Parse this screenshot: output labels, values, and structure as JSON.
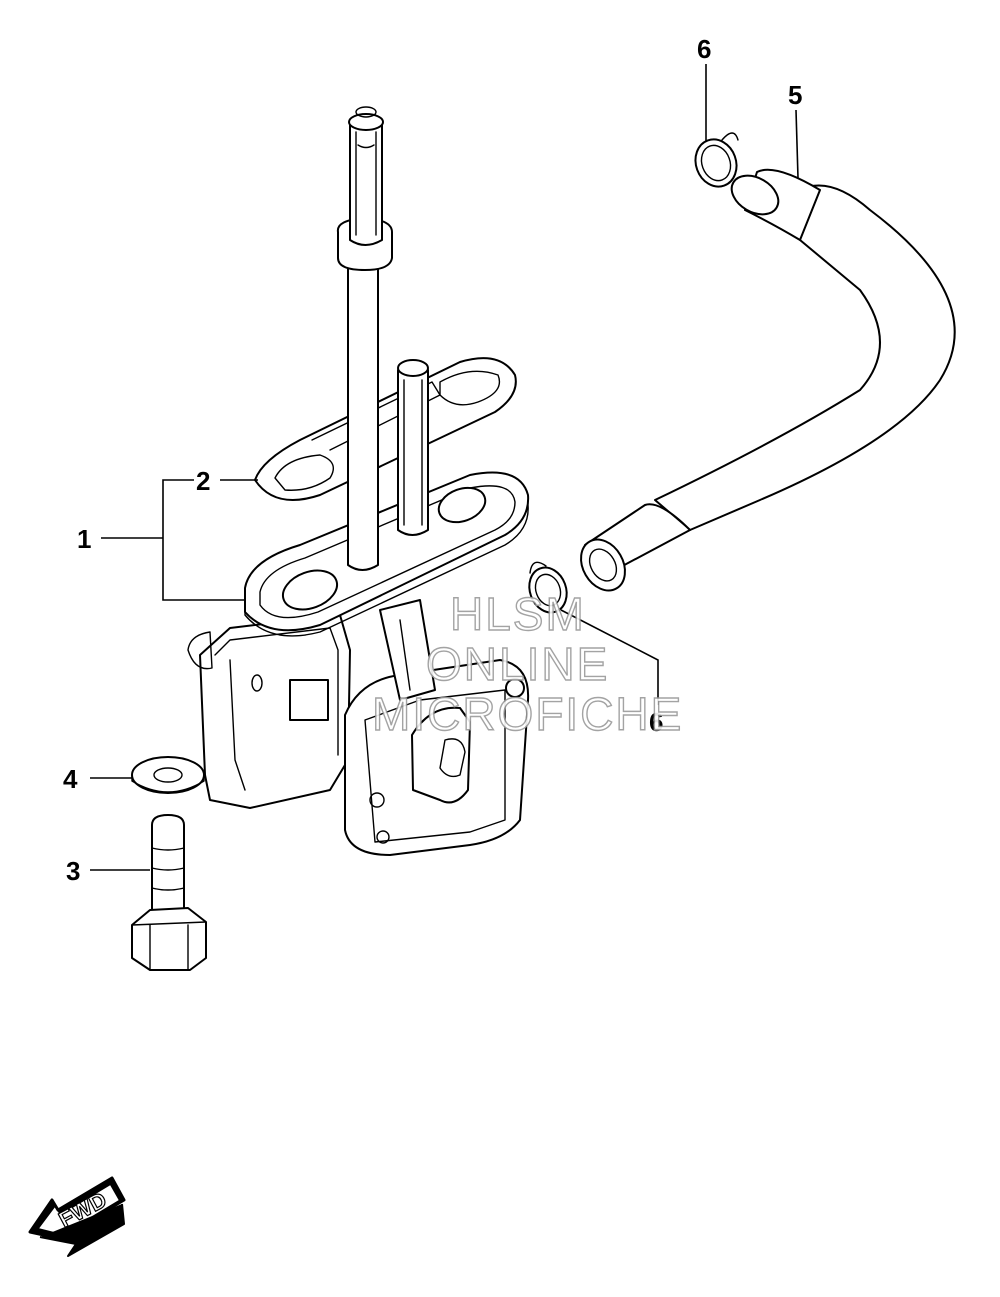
{
  "callouts": {
    "c1": "1",
    "c2": "2",
    "c3": "3",
    "c4": "4",
    "c5": "5",
    "c6_top": "6",
    "c6_bottom": "6"
  },
  "watermark": {
    "line1": "HLSM",
    "line2": "ONLINE",
    "line3": "MICROFICHE"
  },
  "direction_badge": {
    "label": "FWD",
    "icon": "fwd-arrow-icon"
  },
  "colors": {
    "line": "#000000",
    "background": "#ffffff",
    "watermark": "#9a9a9a"
  }
}
